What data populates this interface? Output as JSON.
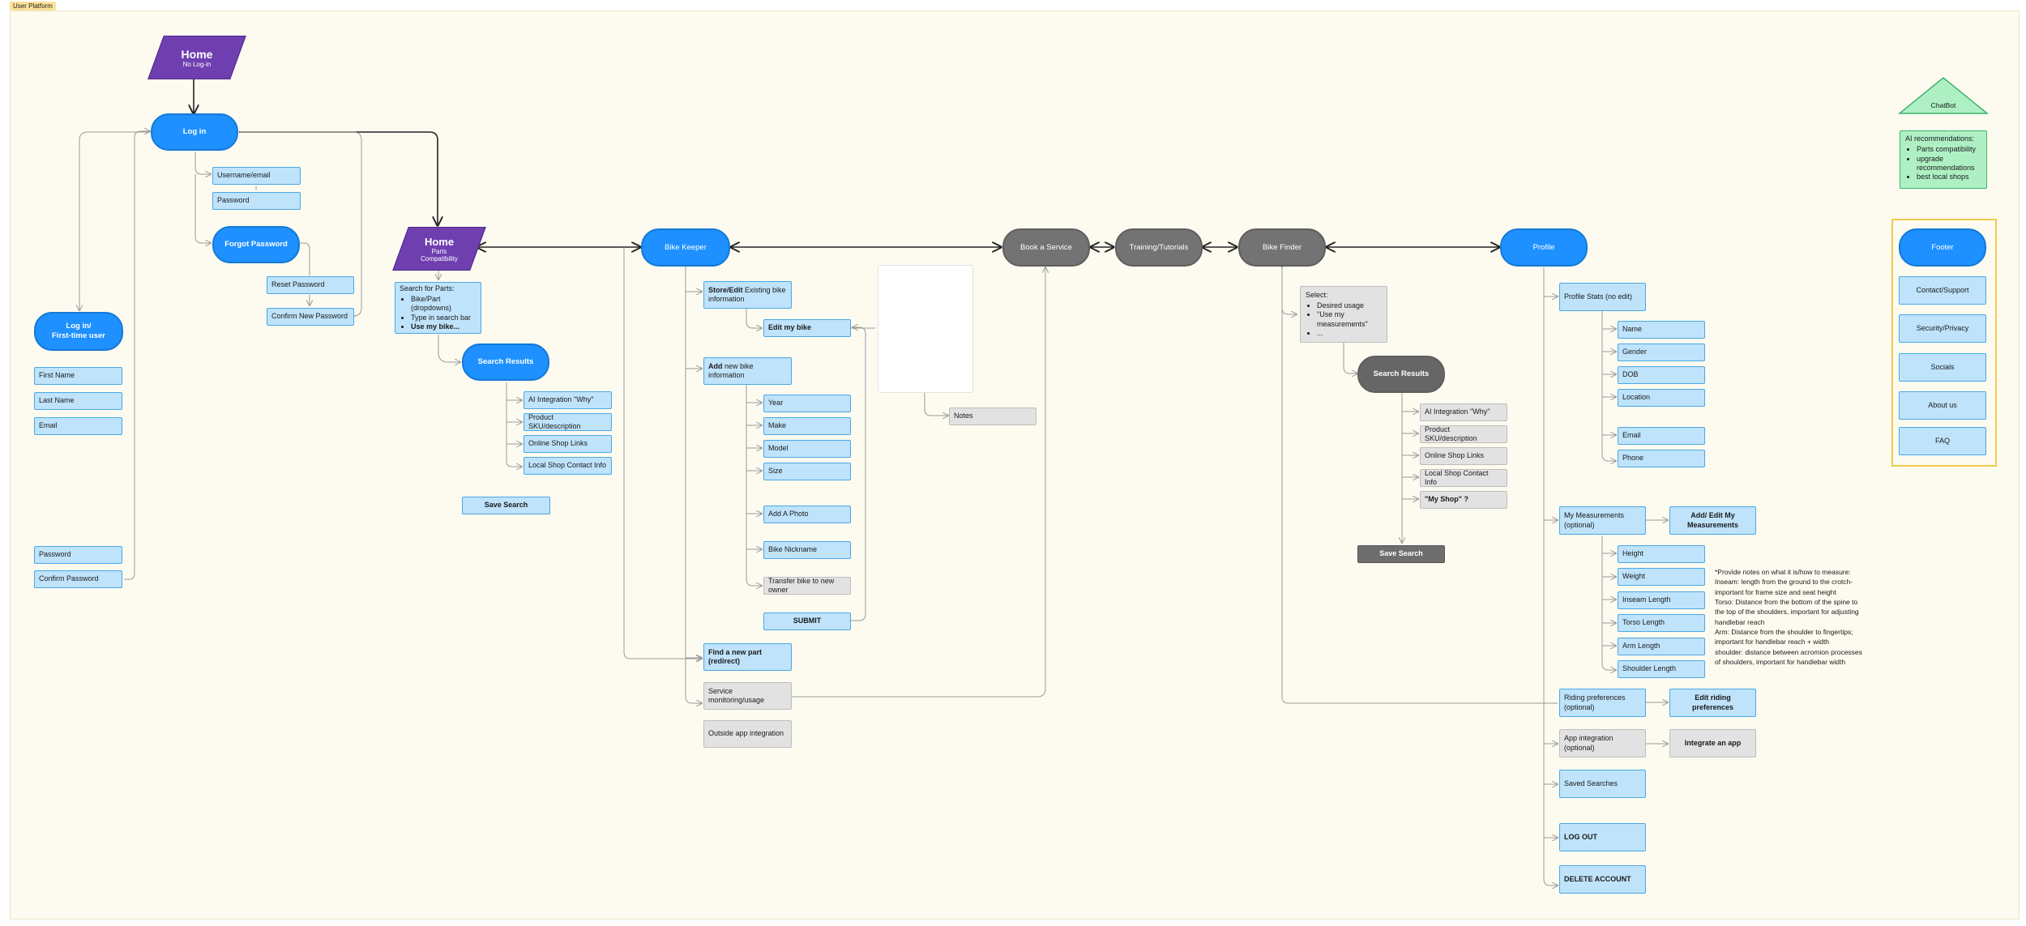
{
  "frame": {
    "label": "User Platform"
  },
  "home_nologin": {
    "title": "Home",
    "subtitle": "No Log-in"
  },
  "login": {
    "label": "Log in",
    "username": "Username/email",
    "password": "Password",
    "forgot": "Forgot Password",
    "reset": "Reset Password",
    "confirm_new": "Confirm New Password"
  },
  "first_time": {
    "title": "Log in/",
    "subtitle": "First-time user",
    "first_name": "First Name",
    "last_name": "Last Name",
    "email": "Email",
    "password": "Password",
    "confirm": "Confirm Password"
  },
  "home_parts": {
    "title": "Home",
    "sub1": "Parts",
    "sub2": "Compatibility"
  },
  "search_parts": {
    "heading": "Search for Parts:",
    "items": [
      "Bike/Part (dropdowns)",
      "Type in search bar",
      "Use my bike..."
    ]
  },
  "parts_results": {
    "label": "Search Results",
    "items": [
      "AI Integration \"Why\"",
      "Product SKU/description",
      "Online Shop Links",
      "Local Shop Contact Info"
    ],
    "save": "Save Search"
  },
  "bike_keeper": {
    "label": "Bike Keeper",
    "store_bold": "Store/Edit",
    "store_rest": " Existing bike information",
    "edit_my_bike": "Edit my bike",
    "add_bold": "Add",
    "add_rest": " new bike information",
    "fields": [
      "Year",
      "Make",
      "Model",
      "Size"
    ],
    "add_photo": "Add A Photo",
    "nickname": "Bike Nickname",
    "transfer": "Transfer bike to new owner",
    "submit": "SUBMIT",
    "notes": "Notes",
    "find_part": "Find a new part (redirect)",
    "service": "Service monitoring/usage",
    "outside": "Outside app integration"
  },
  "book_service": {
    "label": "Book a Service"
  },
  "training": {
    "label": "Training/Tutorials"
  },
  "bike_finder": {
    "label": "Bike Finder",
    "select_heading": "Select:",
    "select_items": [
      "Desired usage",
      "\"Use my measurements\"",
      "..."
    ],
    "results_label": "Search Results",
    "results": [
      "AI Integration \"Why\"",
      "Product SKU/description",
      "Online Shop Links",
      "Local Shop Contact Info",
      "\"My Shop\" ?"
    ],
    "save": "Save Search"
  },
  "profile": {
    "label": "Profile",
    "stats": "Profile Stats (no edit)",
    "stat_fields": [
      "Name",
      "Gender",
      "DOB",
      "Location",
      "Email",
      "Phone"
    ],
    "measurements": "My Measurements (optional)",
    "add_edit_measurements": "Add/ Edit My Measurements",
    "measure_fields": [
      "Height",
      "Weight",
      "Inseam Length",
      "Torso Length",
      "Arm Length",
      "Shoulder Length"
    ],
    "riding": "Riding preferences (optional)",
    "edit_riding": "Edit riding preferences",
    "app_integration": "App integration (optional)",
    "integrate": "Integrate an app",
    "saved": "Saved Searches",
    "logout": "LOG OUT",
    "delete": "DELETE ACCOUNT"
  },
  "measure_notes": [
    "*Provide notes on what it is/how to measure:",
    "Inseam: length from the ground to the crotch-important for frame size and seat height",
    "Torso: Distance from the bottom of the spine to the top of the shoulders, important for adjusting handlebar reach",
    "Arm: Distance from the shoulder to fingertips; important for handlebar reach + width",
    "shoulder: distance between acromion processes of shoulders, important for handlebar width"
  ],
  "chatbot": {
    "label": "ChatBot",
    "heading": "AI recommendations:",
    "items": [
      "Parts compatibility",
      "upgrade recommendations",
      "best local shops"
    ]
  },
  "footer": {
    "label": "Footer",
    "items": [
      "Contact/Support",
      "Security/Privacy",
      "Socials",
      "About us",
      "FAQ"
    ]
  },
  "colors": {
    "primary": "#1e90ff",
    "secondary": "#737373",
    "field": "#bfe3fb",
    "home": "#6f3fb0",
    "chatbot": "#aef0c4",
    "canvas": "#fdfbf0"
  }
}
